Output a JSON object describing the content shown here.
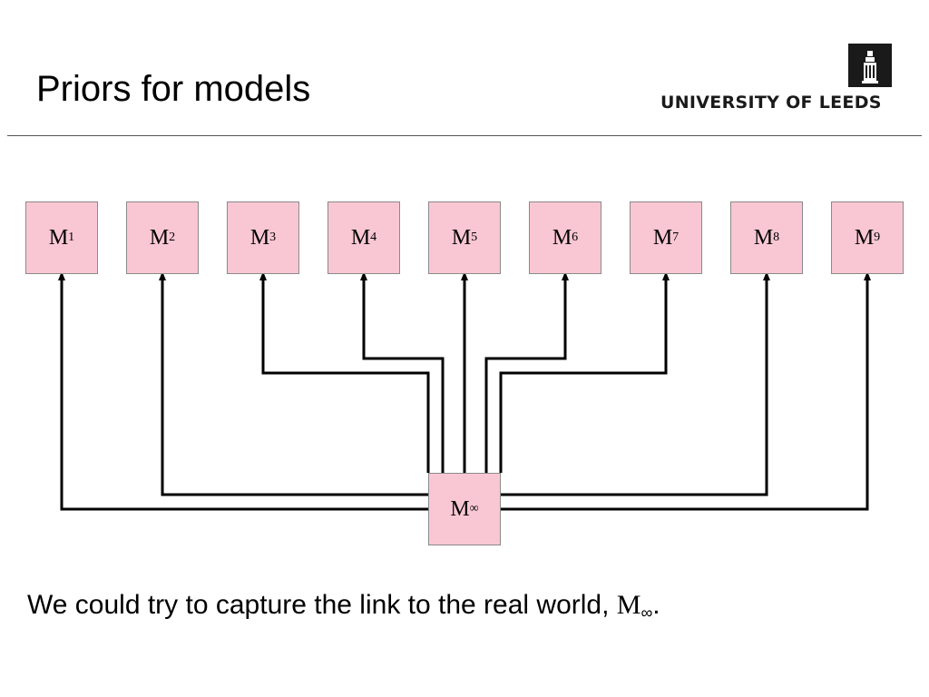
{
  "slide": {
    "title": "Priors for models",
    "logo_text": "UNIVERSITY OF LEEDS",
    "caption_text": "We could try to capture the link to the real world, ",
    "caption_symbol": "M",
    "caption_symbol_sub": "∞",
    "caption_end": "."
  },
  "diagram": {
    "node_fill": "#f9c7d3",
    "line_color": "#000000",
    "models": [
      {
        "base": "M",
        "sub": "1"
      },
      {
        "base": "M",
        "sub": "2"
      },
      {
        "base": "M",
        "sub": "3"
      },
      {
        "base": "M",
        "sub": "4"
      },
      {
        "base": "M",
        "sub": "5"
      },
      {
        "base": "M",
        "sub": "6"
      },
      {
        "base": "M",
        "sub": "7"
      },
      {
        "base": "M",
        "sub": "8"
      },
      {
        "base": "M",
        "sub": "9"
      }
    ],
    "source": {
      "base": "M",
      "sub": "∞"
    }
  }
}
